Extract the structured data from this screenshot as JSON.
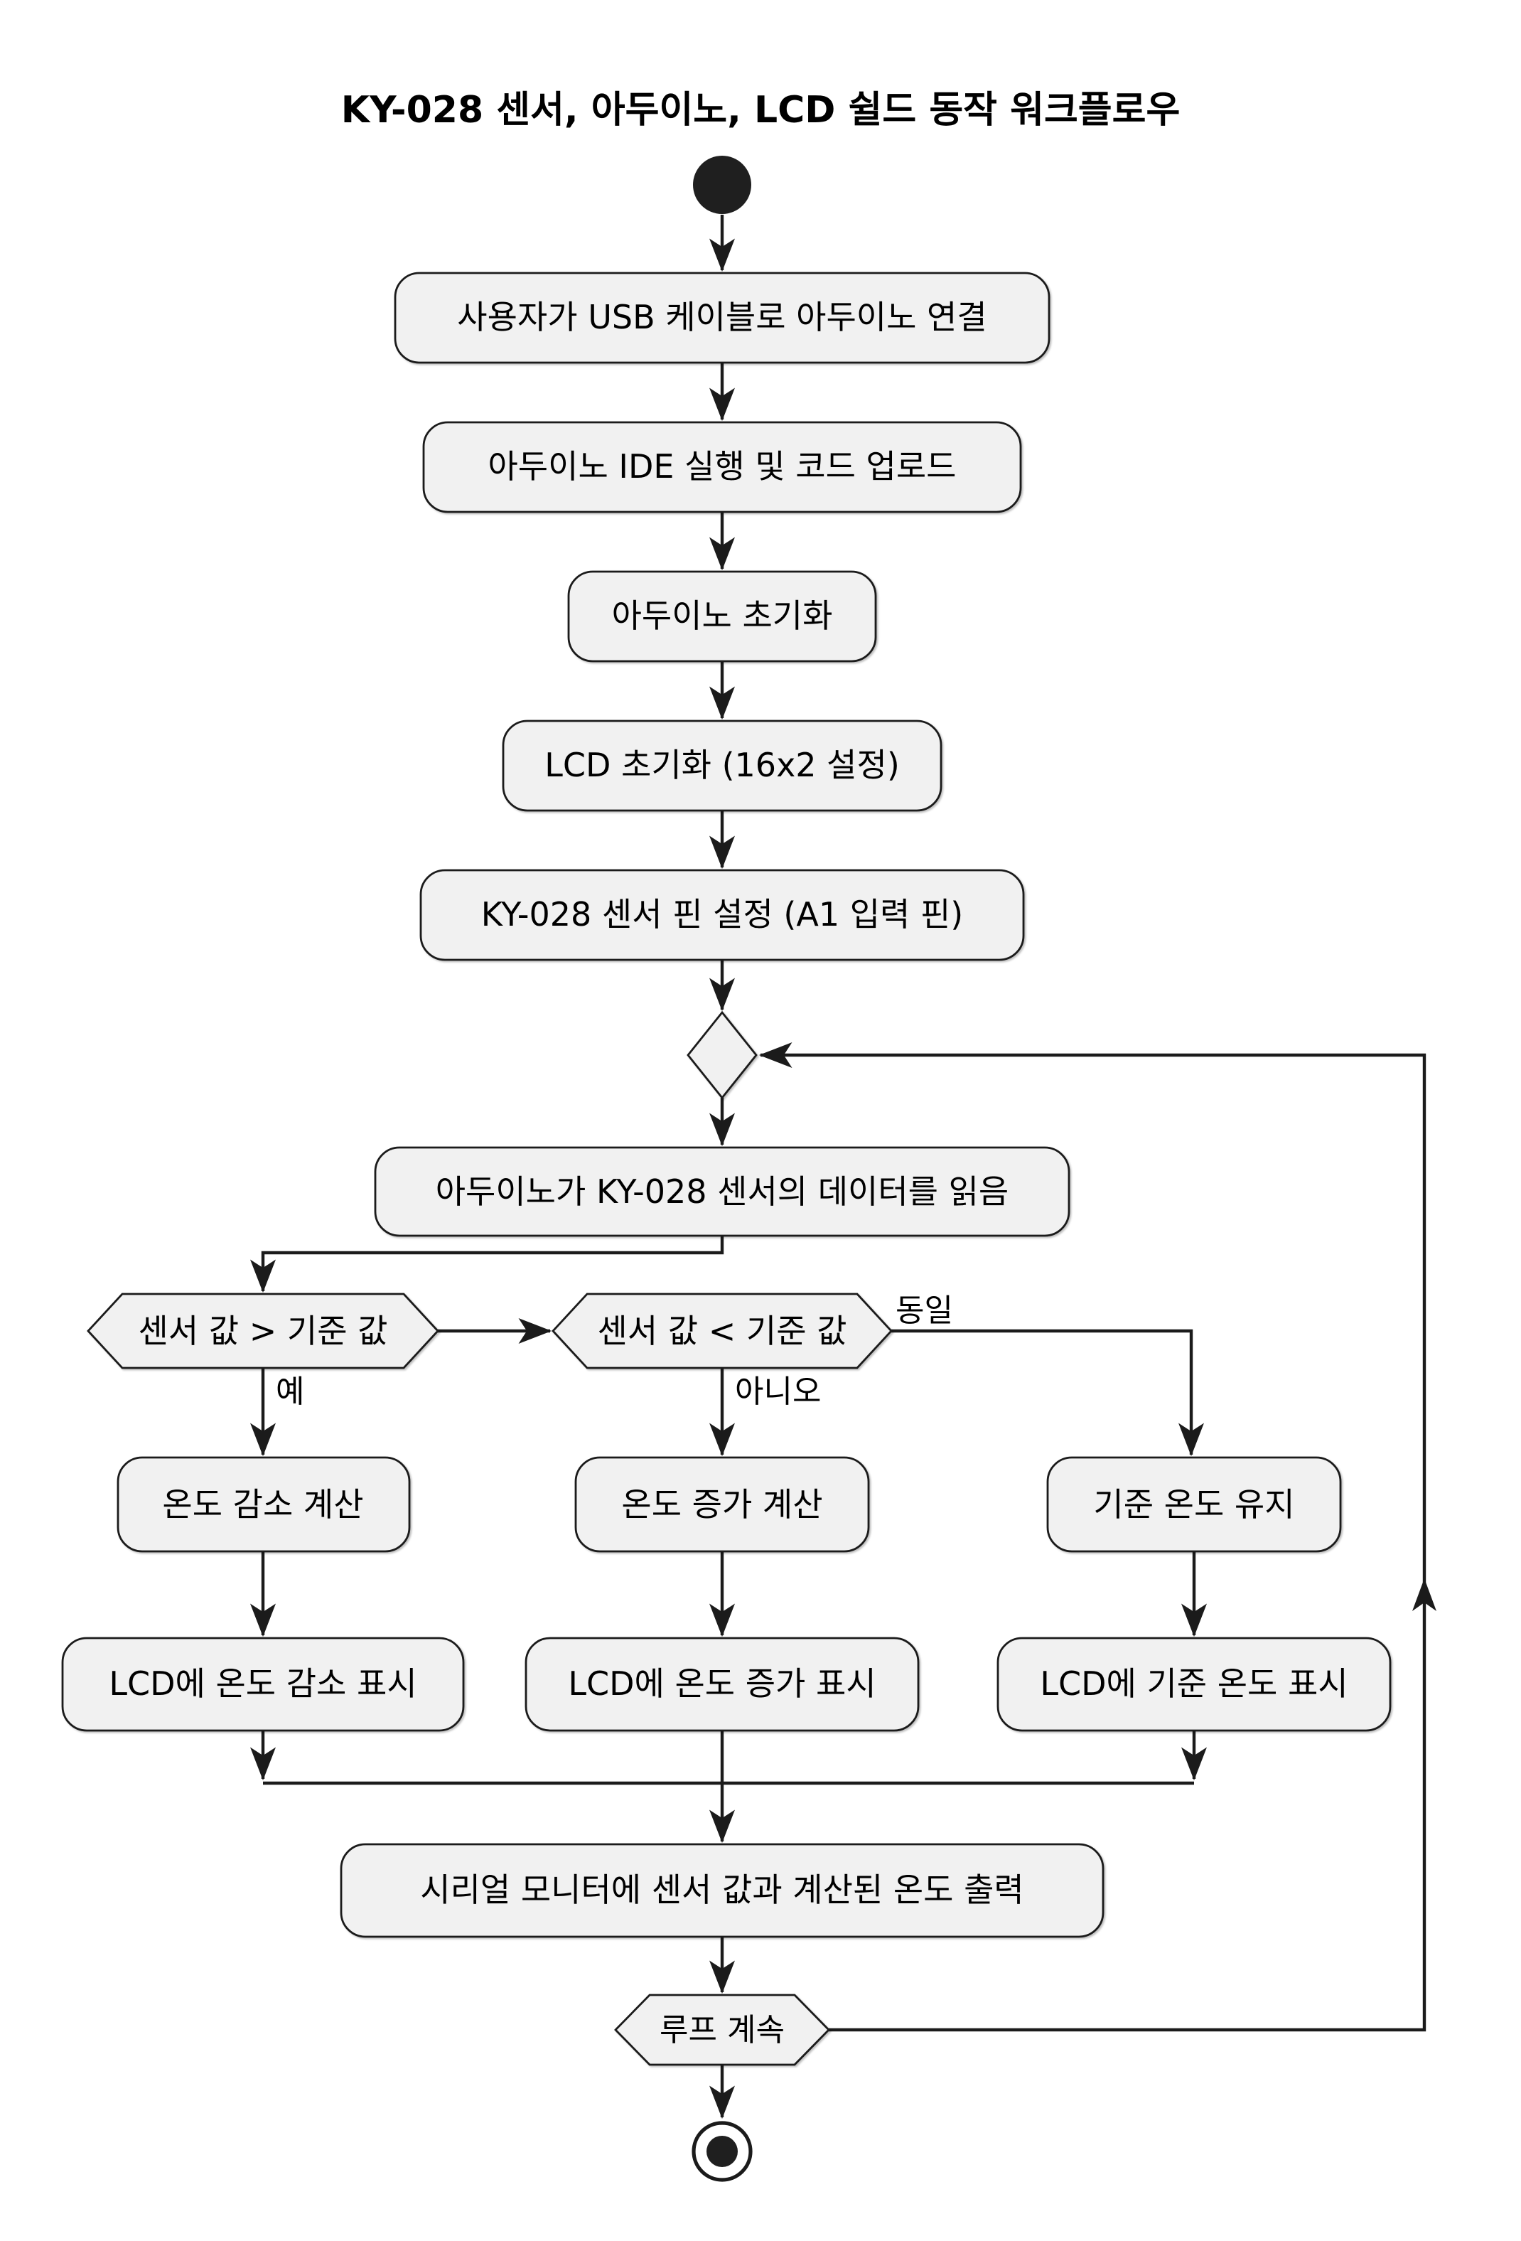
{
  "diagram": {
    "type": "activity-flowchart",
    "title": "KY-028 센서, 아두이노, LCD 쉴드 동작 워크플로우",
    "colors": {
      "background": "#ffffff",
      "node_fill": "#F1F1F1",
      "node_border": "#1b1b1b",
      "line": "#1b1b1b",
      "text": "#000000",
      "terminal_fill": "#1f1f1f"
    },
    "nodes": {
      "start": {
        "shape": "start-circle"
      },
      "usb_connect": {
        "shape": "rounded-rect",
        "label": "사용자가 USB 케이블로 아두이노 연결"
      },
      "ide_upload": {
        "shape": "rounded-rect",
        "label": "아두이노 IDE 실행 및 코드 업로드"
      },
      "arduino_init": {
        "shape": "rounded-rect",
        "label": "아두이노 초기화"
      },
      "lcd_init": {
        "shape": "rounded-rect",
        "label": "LCD 초기화 (16x2 설정)"
      },
      "sensor_pin": {
        "shape": "rounded-rect",
        "label": "KY-028 센서 핀 설정 (A1 입력 핀)"
      },
      "merge_diamond": {
        "shape": "diamond"
      },
      "read_sensor": {
        "shape": "rounded-rect",
        "label": "아두이노가 KY-028 센서의 데이터를 읽음"
      },
      "cond_gt": {
        "shape": "hexagon",
        "label": "센서 값 > 기준 값"
      },
      "cond_lt": {
        "shape": "hexagon",
        "label": "센서 값 < 기준 값"
      },
      "calc_down": {
        "shape": "rounded-rect",
        "label": "온도 감소 계산"
      },
      "calc_up": {
        "shape": "rounded-rect",
        "label": "온도 증가 계산"
      },
      "keep_base": {
        "shape": "rounded-rect",
        "label": "기준 온도 유지"
      },
      "lcd_down": {
        "shape": "rounded-rect",
        "label": "LCD에 온도 감소 표시"
      },
      "lcd_up": {
        "shape": "rounded-rect",
        "label": "LCD에 온도 증가 표시"
      },
      "lcd_base": {
        "shape": "rounded-rect",
        "label": "LCD에 기준 온도 표시"
      },
      "serial_out": {
        "shape": "rounded-rect",
        "label": "시리얼 모니터에 센서 값과 계산된 온도 출력"
      },
      "loop_continue": {
        "shape": "hexagon",
        "label": "루프 계속"
      },
      "end": {
        "shape": "end-circle"
      }
    },
    "edge_labels": {
      "yes": "예",
      "no": "아니오",
      "equal": "동일"
    }
  }
}
